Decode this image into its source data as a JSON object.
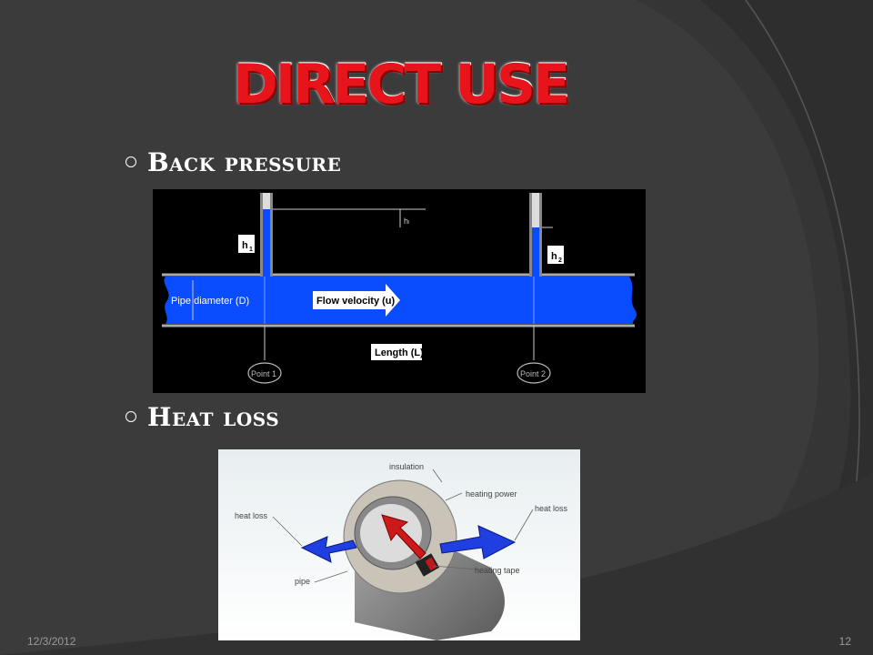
{
  "slide": {
    "title": "DIRECT USE",
    "date": "12/3/2012",
    "page_number": "12"
  },
  "bullets": [
    {
      "label": "Back pressure"
    },
    {
      "label": "Heat loss"
    }
  ],
  "pipe_diagram": {
    "h1_label": "h",
    "h1_sub": "1",
    "h2_label": "h",
    "h2_sub": "2",
    "diff_label": "hₗ",
    "diameter_label": "Pipe diameter (D)",
    "velocity_label": "Flow velocity (u)",
    "length_label": "Length (L)",
    "point1_label": "Point 1",
    "point2_label": "Point 2"
  },
  "heat_diagram": {
    "insulation_label": "insulation",
    "heating_power_label": "heating power",
    "heat_loss_left_label": "heat loss",
    "heat_loss_right_label": "heat loss",
    "pipe_label": "pipe",
    "heating_tape_label": "heating tape"
  },
  "colors": {
    "title_red": "#e8141b",
    "pipe_blue": "#0a4cff",
    "background": "#3b3b3b"
  }
}
